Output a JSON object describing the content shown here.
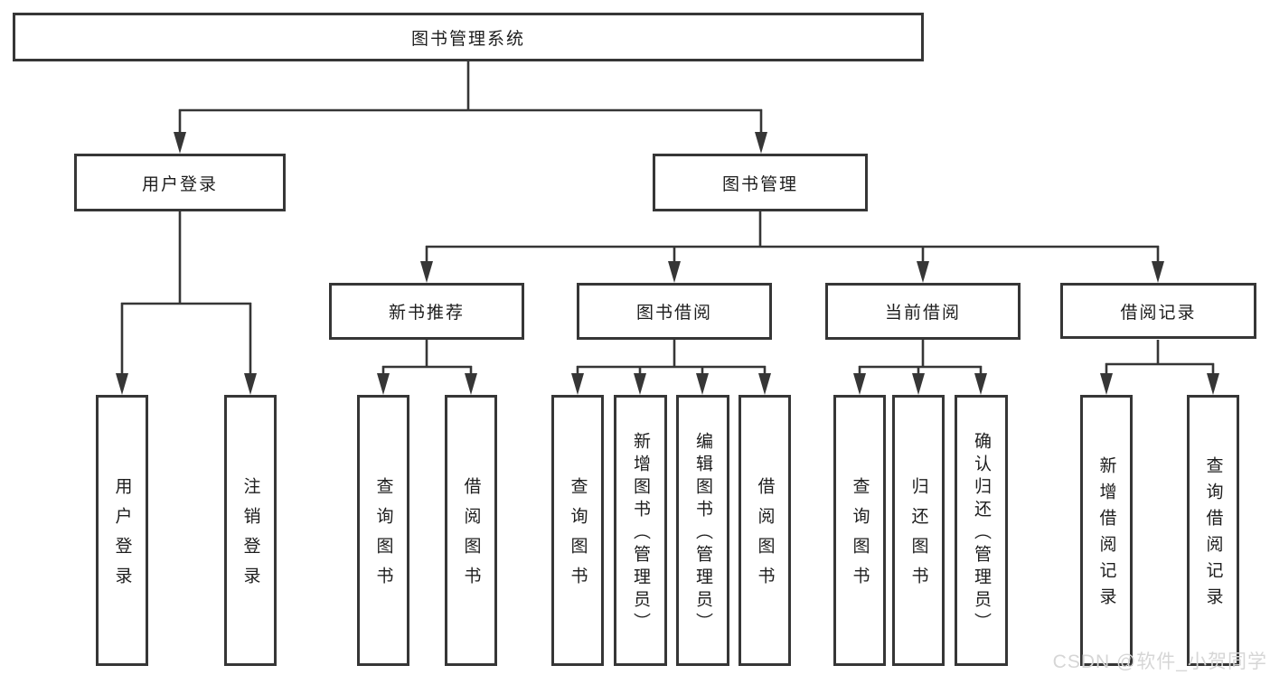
{
  "diagram": {
    "root_label": "图书管理系统",
    "user_branch": {
      "label": "用户登录",
      "children": [
        {
          "label": "用户登录"
        },
        {
          "label": "注销登录"
        }
      ]
    },
    "book_branch": {
      "label": "图书管理",
      "sections": [
        {
          "label": "新书推荐",
          "children": [
            {
              "label": "查询图书"
            },
            {
              "label": "借阅图书"
            }
          ]
        },
        {
          "label": "图书借阅",
          "children": [
            {
              "label": "查询图书"
            },
            {
              "label": "新增图书（管理员）"
            },
            {
              "label": "编辑图书（管理员）"
            },
            {
              "label": "借阅图书"
            }
          ]
        },
        {
          "label": "当前借阅",
          "children": [
            {
              "label": "查询图书"
            },
            {
              "label": "归还图书"
            },
            {
              "label": "确认归还（管理员）"
            }
          ]
        },
        {
          "label": "借阅记录",
          "children": [
            {
              "label": "新增借阅记录"
            },
            {
              "label": "查询借阅记录"
            }
          ]
        }
      ]
    }
  },
  "watermark": {
    "text": "CSDN @软件_小贺同学"
  },
  "colors": {
    "line": "#363636",
    "text": "#1d1d1d",
    "background": "#ffffff",
    "watermark": "#d6d6d6"
  }
}
